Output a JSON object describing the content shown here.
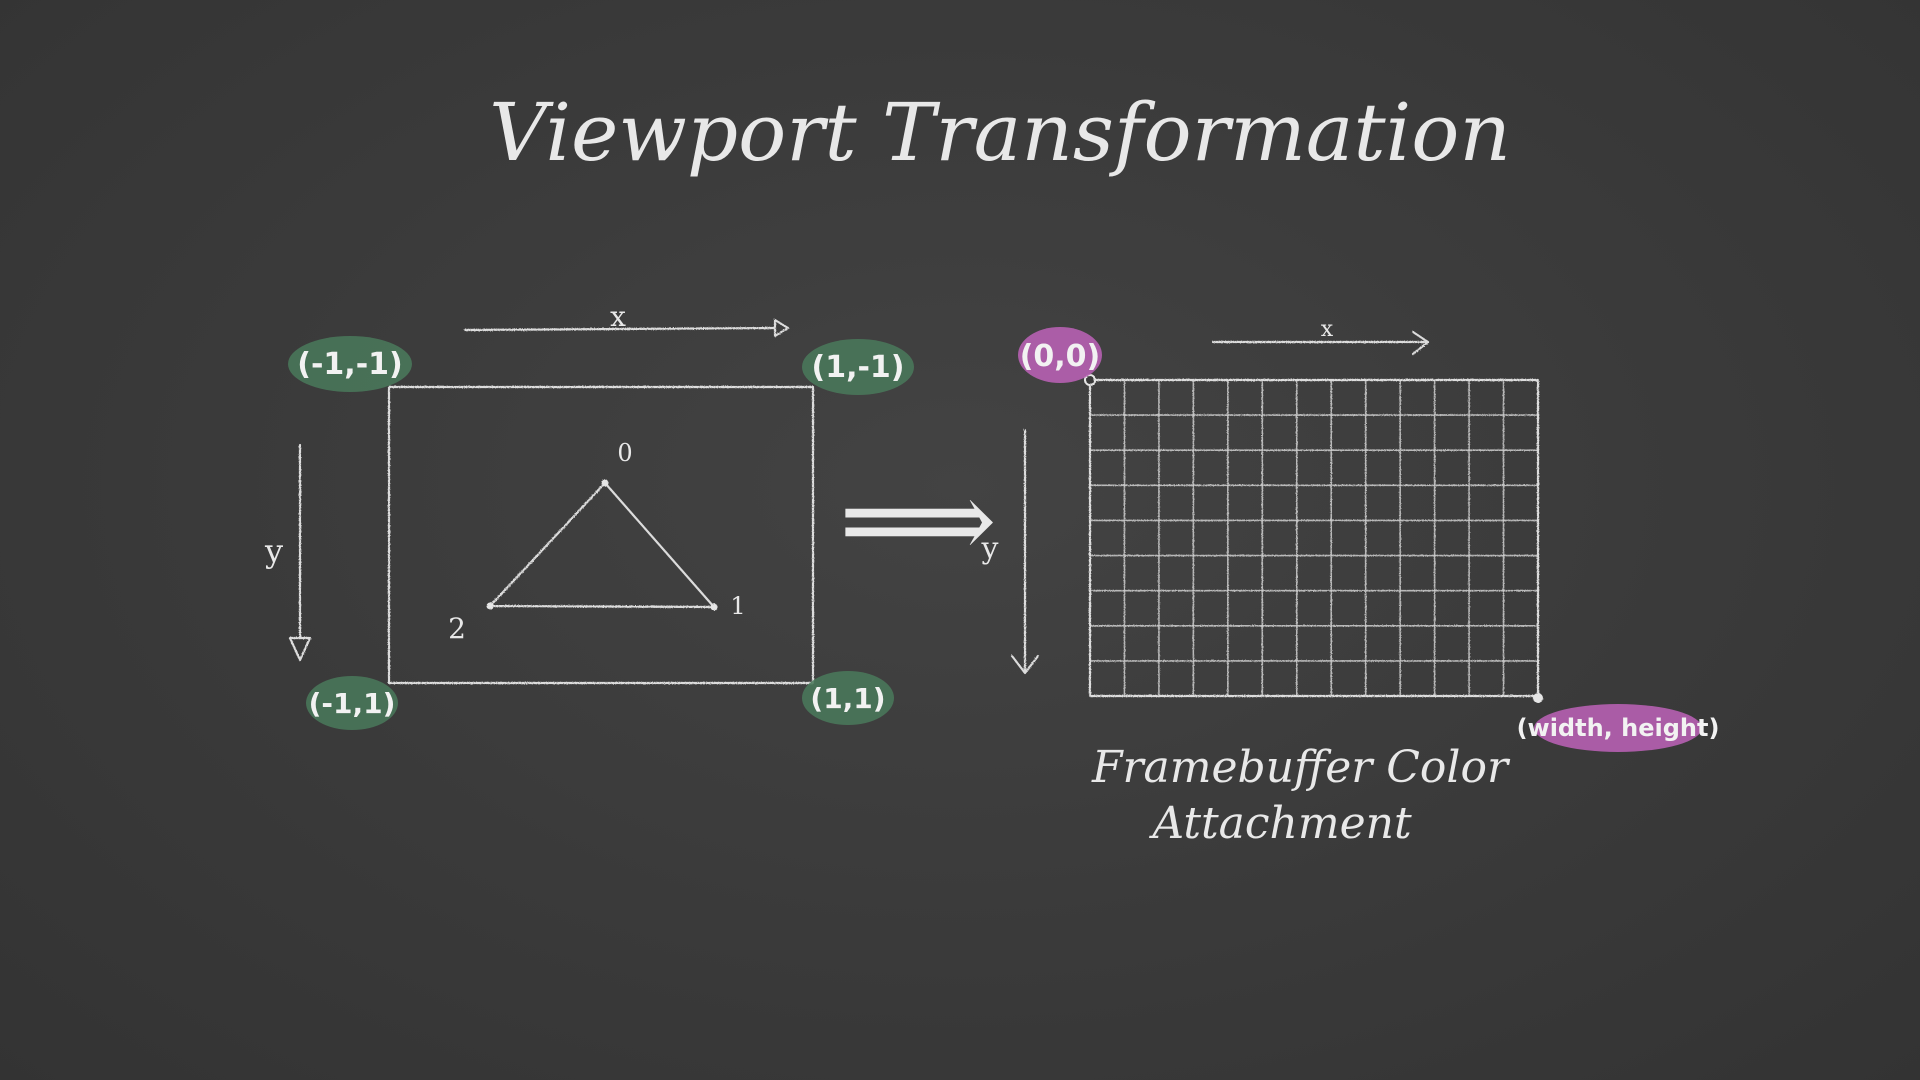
{
  "title": "Viewport Transformation",
  "colors": {
    "board": "#3b3b3b",
    "chalk": "#e6e6e6",
    "ndc_badge": "#4a7a5c",
    "framebuffer_badge": "#b760b2"
  },
  "left_diagram": {
    "x_axis_label": "x",
    "y_axis_label": "y",
    "corners": {
      "top_left": "(-1,-1)",
      "top_right": "(1,-1)",
      "bottom_left": "(-1,1)",
      "bottom_right": "(1,1)"
    },
    "vertices": {
      "v0": "0",
      "v1": "1",
      "v2": "2"
    }
  },
  "transform_arrow": "⟹",
  "right_diagram": {
    "x_axis_label": "x",
    "y_axis_label": "y",
    "origin_label": "(0,0)",
    "extent_label": "(width, height)",
    "caption_line1": "Framebuffer Color",
    "caption_line2": "Attachment"
  }
}
